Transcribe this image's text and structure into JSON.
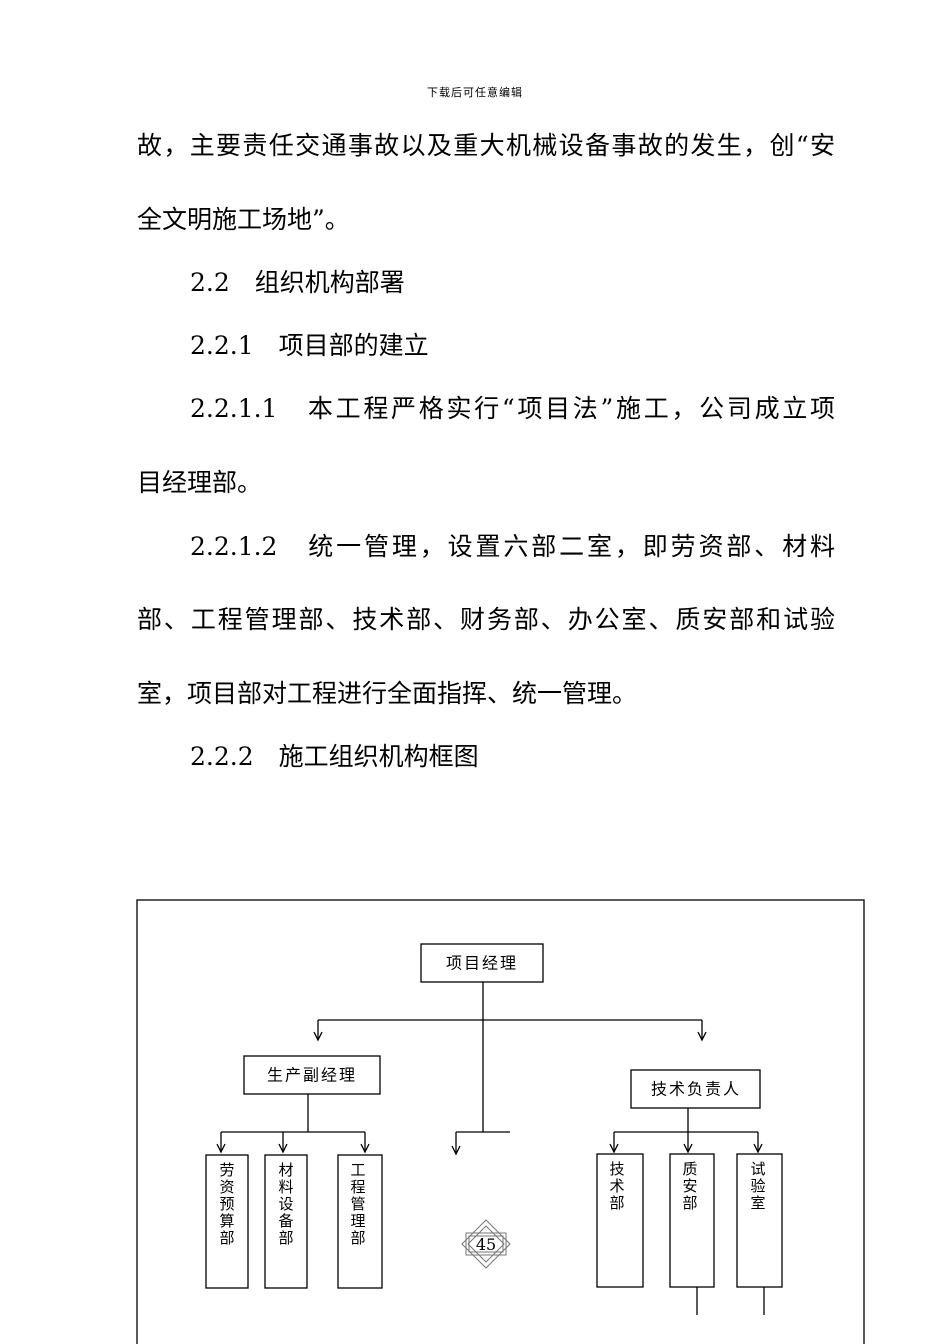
{
  "header": {
    "text": "下载后可任意编辑"
  },
  "paragraphs": {
    "p1_line1": "故，主要责任交通事故以及重大机械设备事故的发生，创“安",
    "p1_line2": "全文明施工场地”。",
    "h_2_2": "2.2　组织机构部署",
    "h_2_2_1": "2.2.1　项目部的建立",
    "p_2_2_1_1_line1": "2.2.1.1　本工程严格实行“项目法”施工，公司成立项",
    "p_2_2_1_1_line2": "目经理部。",
    "p_2_2_1_2_line1": "2.2.1.2　统一管理，设置六部二室，即劳资部、材料",
    "p_2_2_1_2_line2": "部、工程管理部、技术部、财务部、办公室、质安部和试验",
    "p_2_2_1_2_line3": "室，项目部对工程进行全面指挥、统一管理。",
    "h_2_2_2": "2.2.2　施工组织机构框图"
  },
  "org_chart": {
    "top": "项目经理",
    "production_manager": "生产副经理",
    "technical_head": "技术负责人",
    "departments_left": [
      {
        "label": "劳资预算部",
        "chars": [
          "劳",
          "资",
          "预",
          "算",
          "部"
        ]
      },
      {
        "label": "材料设备部",
        "chars": [
          "材",
          "料",
          "设",
          "备",
          "部"
        ]
      },
      {
        "label": "工程管理部",
        "chars": [
          "工",
          "程",
          "管",
          "理",
          "部"
        ]
      }
    ],
    "departments_right": [
      {
        "label": "技术部",
        "chars": [
          "技",
          "术",
          "部"
        ]
      },
      {
        "label": "质安部",
        "chars": [
          "质",
          "安",
          "部"
        ]
      },
      {
        "label": "试验室",
        "chars": [
          "试",
          "验",
          "室"
        ]
      }
    ]
  },
  "page_number": "45"
}
